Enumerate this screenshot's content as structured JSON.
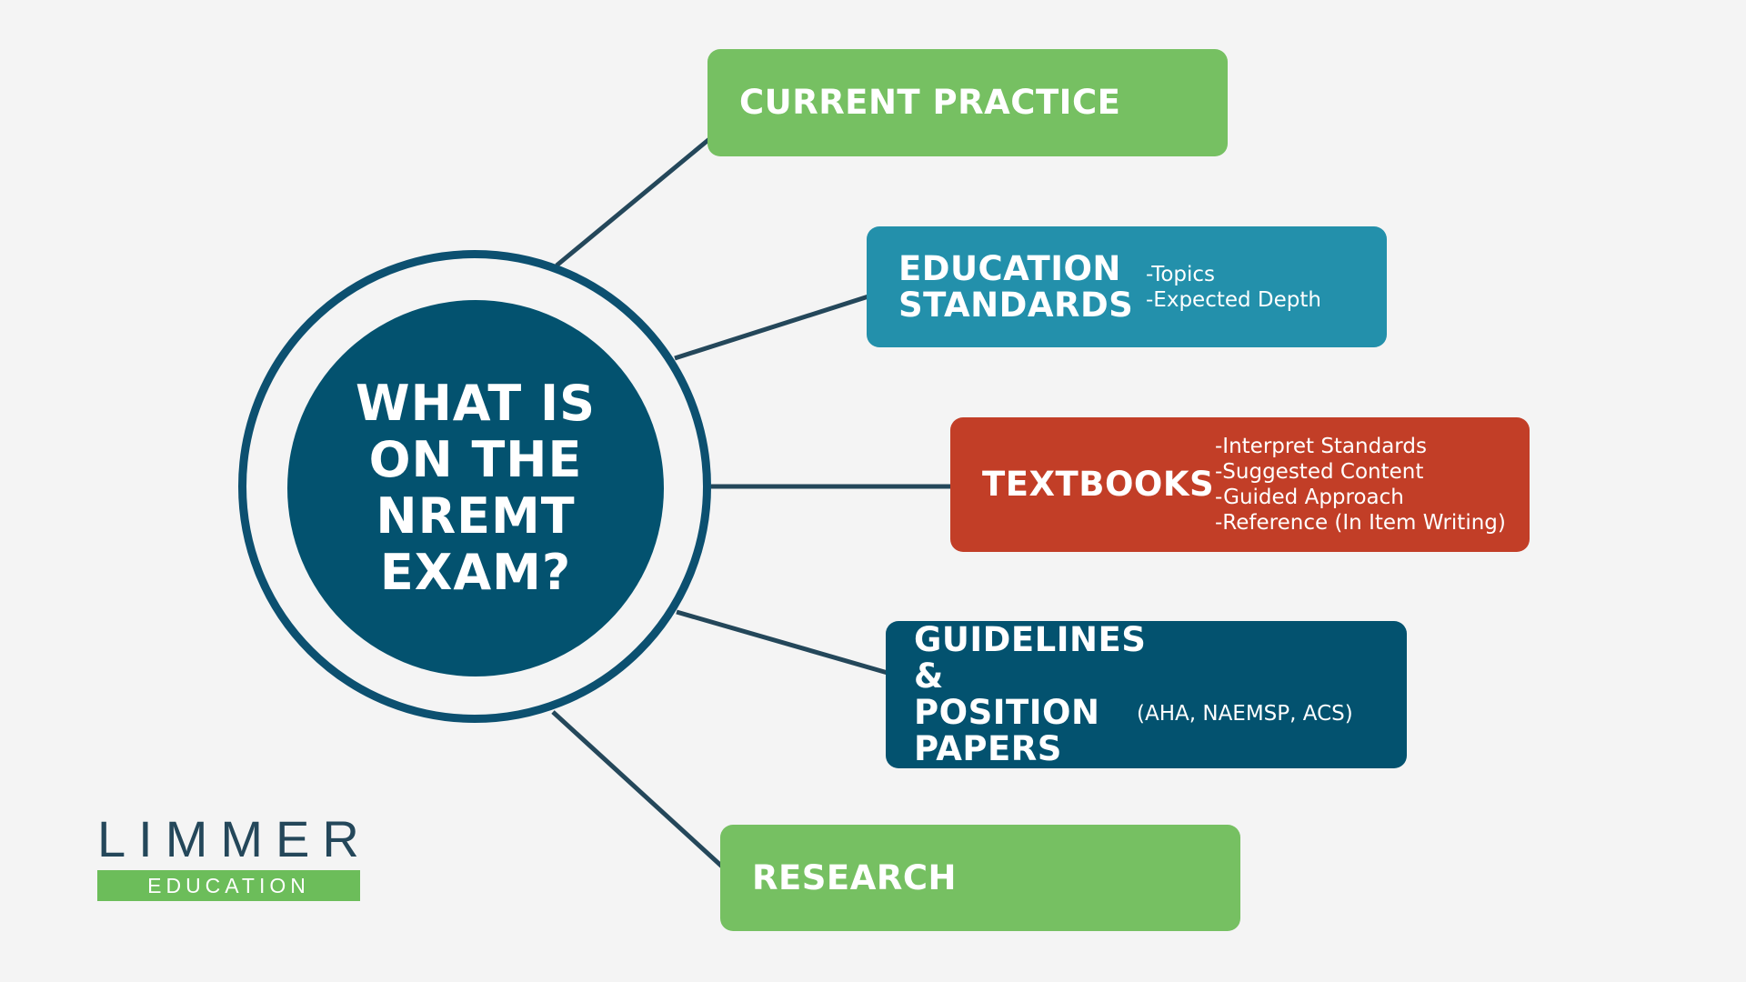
{
  "center": {
    "title": "WHAT IS ON THE NREMT EXAM?"
  },
  "branches": [
    {
      "title": "CURRENT PRACTICE",
      "notes": []
    },
    {
      "title": "EDUCATION STANDARDS",
      "notes": [
        "-Topics",
        "-Expected Depth"
      ]
    },
    {
      "title": "TEXTBOOKS",
      "notes": [
        "-Interpret Standards",
        "-Suggested Content",
        "-Guided Approach",
        "-Reference (In Item Writing)"
      ]
    },
    {
      "title": "GUIDELINES & POSITION PAPERS",
      "notes": [
        "(AHA, NAEMSP, ACS)"
      ]
    },
    {
      "title": "RESEARCH",
      "notes": []
    }
  ],
  "logo": {
    "name": "LIMMER",
    "tagline": "EDUCATION"
  },
  "colors": {
    "background": "#f4f4f4",
    "navy": "#03526f",
    "green": "#76c062",
    "teal": "#2390ab",
    "red": "#c23e27",
    "connector": "#24475a"
  }
}
